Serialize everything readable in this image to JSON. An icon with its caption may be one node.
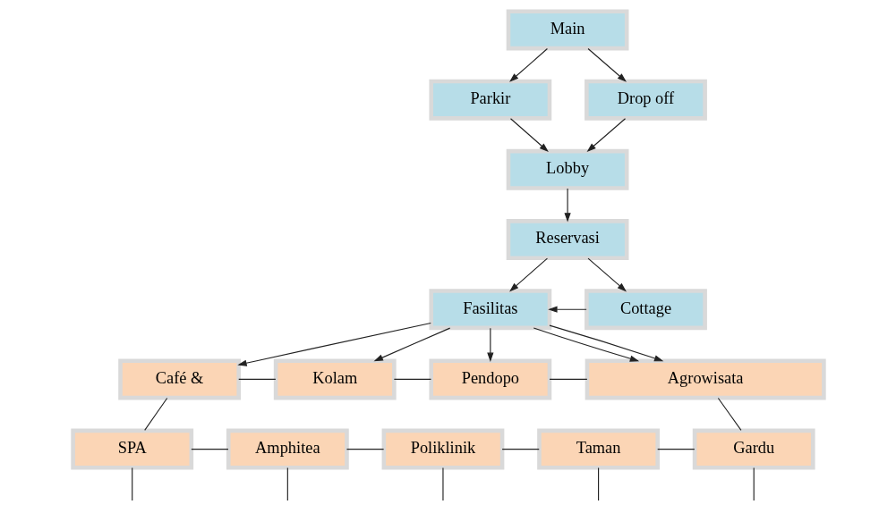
{
  "diagram": {
    "nodes": [
      {
        "text": [
          "Main"
        ]
      },
      {
        "text": [
          "Parkir"
        ]
      },
      {
        "text": [
          "Drop off"
        ]
      },
      {
        "text": [
          "Lobby"
        ]
      },
      {
        "text": [
          "Reservasi"
        ]
      },
      {
        "text": [
          "Fasilitas"
        ]
      },
      {
        "text": [
          "Cottage"
        ]
      },
      {
        "text": [
          "Café &"
        ]
      },
      {
        "text": [
          "Kolam"
        ]
      },
      {
        "text": [
          "Pendopo"
        ]
      },
      {
        "text": [
          "Agrowisata"
        ]
      },
      {
        "text": [
          "SPA"
        ]
      },
      {
        "text": [
          "Amphitea"
        ]
      },
      {
        "text": [
          "Poliklinik"
        ]
      },
      {
        "text": [
          "Taman"
        ]
      },
      {
        "text": [
          "Gardu"
        ]
      }
    ],
    "edges": [
      {
        "from": 0,
        "to": 1,
        "arrow": "to"
      },
      {
        "from": 0,
        "to": 2,
        "arrow": "to"
      },
      {
        "from": 1,
        "to": 3,
        "arrow": "to"
      },
      {
        "from": 2,
        "to": 3,
        "arrow": "to"
      },
      {
        "from": 3,
        "to": 4,
        "arrow": "to"
      },
      {
        "from": 4,
        "to": 5,
        "arrow": "to"
      },
      {
        "from": 4,
        "to": 6,
        "arrow": "to"
      },
      {
        "from": 6,
        "to": 5,
        "arrow": "to"
      },
      {
        "from": 5,
        "to": 7,
        "arrow": "to"
      },
      {
        "from": 5,
        "to": 8,
        "arrow": "to"
      },
      {
        "from": 5,
        "to": 9,
        "arrow": "to"
      },
      {
        "from": 5,
        "to": 10,
        "arrow": "to"
      },
      {
        "from": 5,
        "to": 10,
        "arrow": "to"
      },
      {
        "from": 7,
        "to": 8,
        "arrow": "none"
      },
      {
        "from": 8,
        "to": 9,
        "arrow": "none"
      },
      {
        "from": 9,
        "to": 10,
        "arrow": "none"
      },
      {
        "from": 10,
        "to": 15,
        "arrow": "none"
      },
      {
        "from": 7,
        "to": 11,
        "arrow": "none"
      },
      {
        "from": 11,
        "to": 12,
        "arrow": "none"
      },
      {
        "from": 12,
        "to": 13,
        "arrow": "none"
      },
      {
        "from": 13,
        "to": 14,
        "arrow": "none"
      },
      {
        "from": 14,
        "to": 15,
        "arrow": "none"
      },
      {
        "from": 11,
        "to": null,
        "arrow": "none"
      },
      {
        "from": 12,
        "to": null,
        "arrow": "none"
      },
      {
        "from": 13,
        "to": null,
        "arrow": "none"
      },
      {
        "from": 14,
        "to": null,
        "arrow": "none"
      },
      {
        "from": 15,
        "to": null,
        "arrow": "none"
      }
    ]
  }
}
